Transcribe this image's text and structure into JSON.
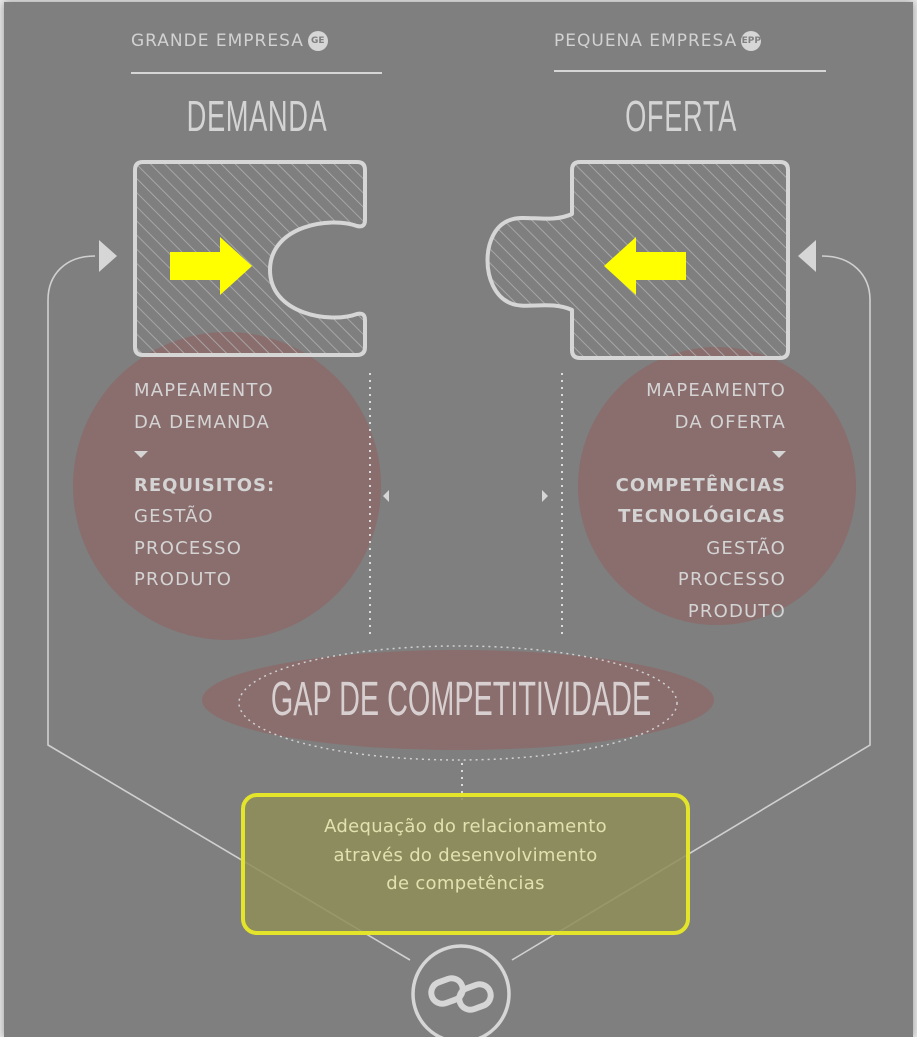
{
  "left": {
    "header": "GRANDE EMPRESA",
    "badge": "GE",
    "title": "DEMANDA",
    "map_lines": [
      "MAPEAMENTO",
      "DA DEMANDA"
    ],
    "req_label": "REQUISITOS:",
    "items": [
      "GESTÃO",
      "PROCESSO",
      "PRODUTO"
    ]
  },
  "right": {
    "header": "PEQUENA EMPRESA",
    "badge": "EPP",
    "title": "OFERTA",
    "map_lines": [
      "MAPEAMENTO",
      "DA OFERTA"
    ],
    "comp_lines": [
      "COMPETÊNCIAS",
      "TECNOLÓGICAS"
    ],
    "items": [
      "GESTÃO",
      "PROCESSO",
      "PRODUTO"
    ]
  },
  "gap_label": "GAP DE COMPETITIVIDADE",
  "adequacao_lines": [
    "Adequação do relacionamento",
    "através do desenvolvimento",
    "de competências"
  ],
  "colors": {
    "panel": "#7f7f7f",
    "line": "#d6d6d6",
    "circle": "#8a6d6d",
    "arrow": "#ffff00",
    "highlight_box_border": "#e4e42a",
    "highlight_box_fill": "#8e8e58"
  },
  "icons": [
    "yellow-arrow-right-icon",
    "yellow-arrow-left-icon",
    "link-icon"
  ]
}
